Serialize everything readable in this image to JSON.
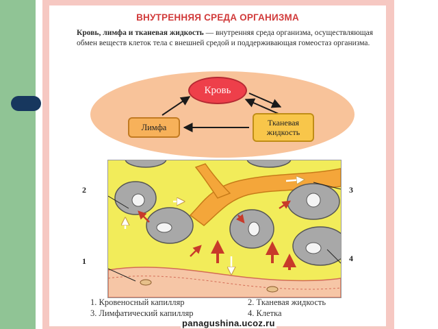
{
  "poster": {
    "title": "ВНУТРЕННЯЯ СРЕДА ОРГАНИЗМА",
    "definition_bold": "Кровь, лимфа и тканевая жидкость",
    "definition_rest": " — внутренняя среда организма, осуществляющая обмен веществ клеток тела с внешней средой и поддерживающая гомеостаз организма."
  },
  "diagram": {
    "blood": "Кровь",
    "lymph": "Лимфа",
    "tissue_line1": "Тканевая",
    "tissue_line2": "жидкость"
  },
  "callouts": {
    "c1": "1",
    "c2": "2",
    "c3": "3",
    "c4": "4"
  },
  "legend": {
    "item1": "1. Кровеносный капилляр",
    "item2": "2. Тканевая жидкость",
    "item3": "3. Лимфатический капилляр",
    "item4": "4. Клетка"
  },
  "watermark": "panagushina.ucoz.ru",
  "colors": {
    "slide_side": "#90c495",
    "poster_border": "#f6c8c2",
    "title": "#d13a3a",
    "blood": "#ee3f4a",
    "lymph": "#f7b15a",
    "tissue_fluid": "#f2ec5a",
    "cell": "#a8a8a8"
  }
}
